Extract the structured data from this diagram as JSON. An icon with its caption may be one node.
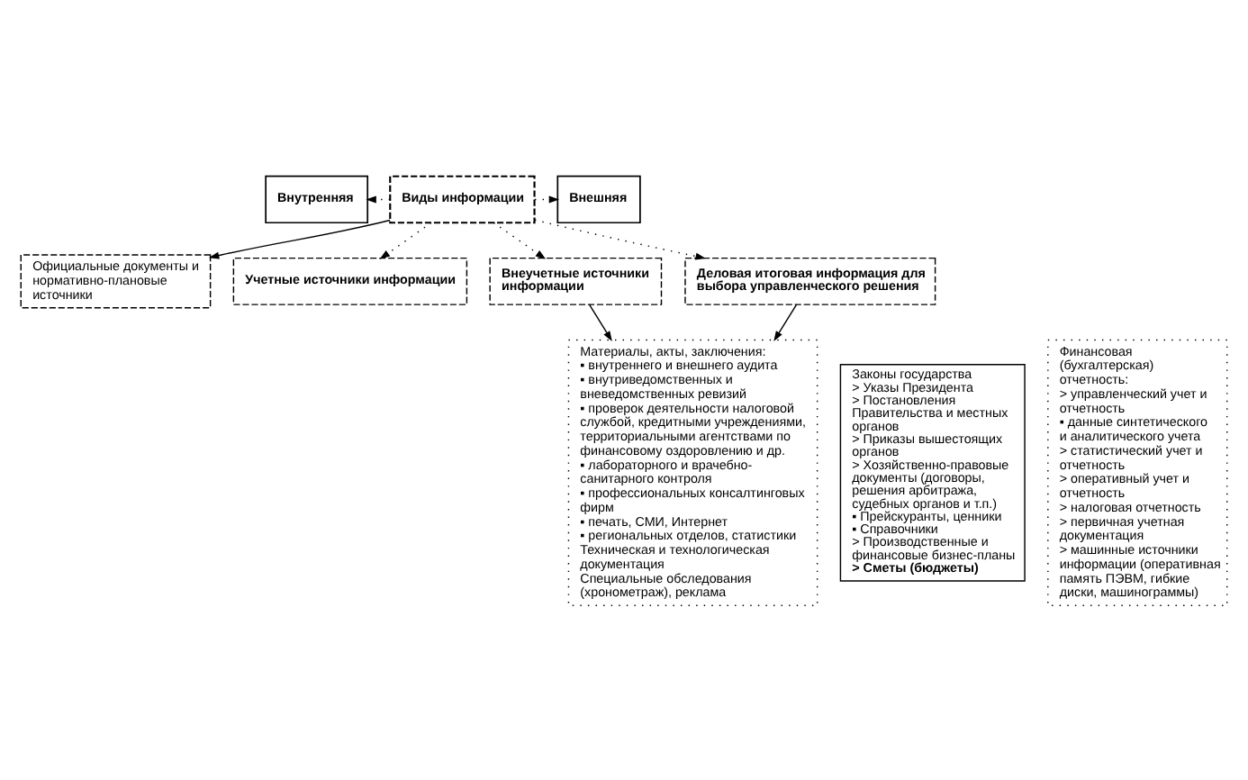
{
  "diagram": {
    "nodes": [
      {
        "text": [
          "Внутренняя"
        ]
      },
      {
        "text": [
          "Виды информации"
        ]
      },
      {
        "text": [
          "Внешняя"
        ]
      },
      {
        "text": [
          "Официальные документы и нормативно-плановые источники"
        ]
      },
      {
        "text": [
          "Учетные источники информации"
        ]
      },
      {
        "text": [
          "Внеучетные источники информации"
        ]
      },
      {
        "text": [
          "Деловая итоговая информация для выбора управленческого решения"
        ]
      },
      {
        "text": [
          "Законы государства",
          "> Указы Президента",
          "> Постановления Правительства и местных органов",
          "> Приказы вышестоящих органов",
          "> Хозяйственно-правовые документы (договоры, решения арбитража, судебных органов и т.п.)",
          "▪ Прейскуранты, ценники",
          "▪ Справочники",
          "> Производственные и финансовые бизнес-планы",
          "> Сметы (бюджеты)"
        ]
      },
      {
        "text": [
          "Финансовая (бухгалтерская) отчетность:",
          "> управленческий учет и отчетность",
          "▪ данные синтетического и аналитического учета",
          "> статистический учет и отчетность",
          "> оперативный учет и отчетность",
          "> налоговая отчетность",
          "> первичная учетная документация",
          "> машинные источники информации (оперативная память ПЭВМ, гибкие диски, машинограммы)"
        ]
      },
      {
        "text": [
          "Материалы, акты, заключения:",
          "▪ внутреннего и внешнего аудита",
          "▪ внутриведомственных и вневедомственных ревизий",
          "▪ проверок деятельности налоговой службой, кредитными учреждениями, территориальными агентствами по финансовому оздоровлению и др.",
          "▪ лабораторного и врачебно-санитарного контроля",
          "▪ профессиональных консалтинговых фирм",
          "▪ печать, СМИ, Интернет",
          "▪ региональных отделов, статистики",
          "Техническая и технологическая документация",
          "Специальные обследования (хронометраж), реклама"
        ]
      }
    ],
    "edges": [
      {
        "from": 1,
        "to": 0,
        "arrow": "to",
        "style": "dashed"
      },
      {
        "from": 1,
        "to": 2,
        "arrow": "to",
        "style": "dashed"
      },
      {
        "from": 1,
        "to": 3,
        "arrow": "to"
      },
      {
        "from": 1,
        "to": 4,
        "arrow": "to",
        "style": "dashed"
      },
      {
        "from": 1,
        "to": 5,
        "arrow": "to",
        "style": "dashed"
      },
      {
        "from": 1,
        "to": 6,
        "arrow": "to",
        "style": "dashed"
      },
      {
        "from": 5,
        "to": 9,
        "arrow": "to"
      },
      {
        "from": 6,
        "to": 9,
        "arrow": "to"
      }
    ]
  }
}
